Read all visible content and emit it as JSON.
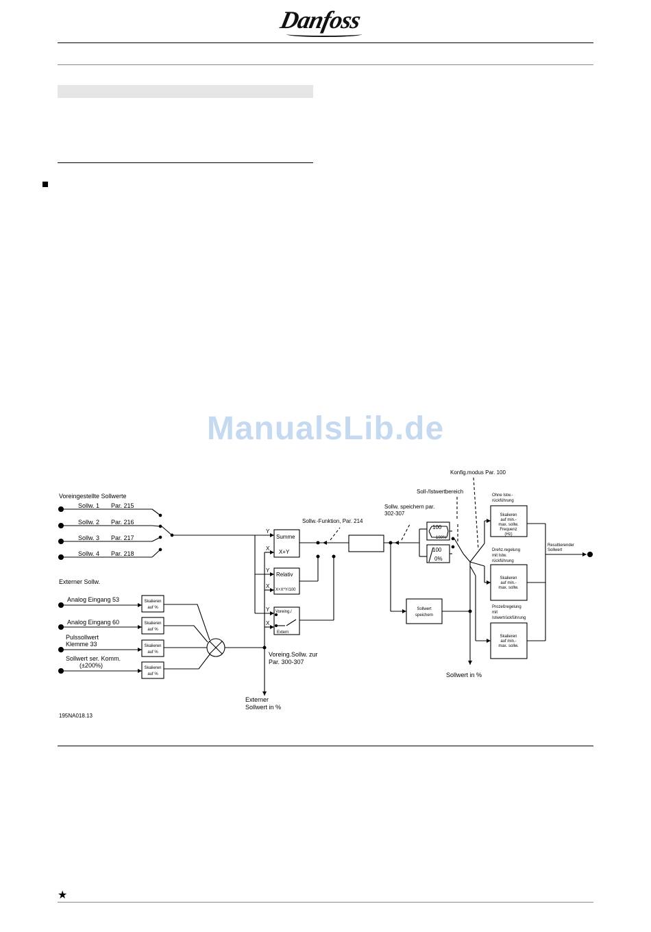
{
  "header": {
    "brand": "Danfoss"
  },
  "watermark": "ManualsLib.de",
  "footer": {
    "star": "★"
  },
  "diagram": {
    "group_preset": "Voreingestellte Sollwerte",
    "preset": [
      {
        "name": "Sollw.  1",
        "par": "Par.  215"
      },
      {
        "name": "Sollw.  2",
        "par": "Par.  216"
      },
      {
        "name": "Sollw.  3",
        "par": "Par.  217"
      },
      {
        "name": "Sollw.  4",
        "par": "Par.  218"
      }
    ],
    "group_external": "Externer  Sollw.",
    "ext_inputs": [
      {
        "line1": "Analog  Eingang  53",
        "line2": ""
      },
      {
        "line1": "Analog  Eingang  60",
        "line2": ""
      },
      {
        "line1": "Pulssollwert",
        "line2": "Klemme  33"
      },
      {
        "line1": "Sollwert  ser.  Komm.",
        "line2": "(±200%)"
      }
    ],
    "scale_l1": "Skalieren",
    "scale_l2": "auf  %",
    "sum_label": "Summe",
    "sum_formula": "X+Y",
    "rel_label": "Relativ",
    "rel_formula": "X+X*Y/100",
    "voreing_l1": "Voreing./",
    "voreing_l2": "Extern",
    "x_label": "X",
    "y_label": "Y",
    "func_label": "Sollw.-Funktion,  Par.  214",
    "save_par_l1": "Sollw.  speichern  par.",
    "save_par_l2": "302-307",
    "range_label": "Soll-/Istwertbereich",
    "config_label": "Konfig.modus  Par.  100",
    "r1_top": "100",
    "r1_bot": "-100%",
    "r2_top": "100",
    "r2_bot": "0%",
    "save_box_l1": "Sollwert",
    "save_box_l2": "speichern",
    "voreing_out_l1": "Voreing.Sollw.  zur",
    "voreing_out_l2": "Par.  300-307",
    "ext_out_l1": "Externer",
    "ext_out_l2": "Sollwert    in  %",
    "sollwert_pct": "Sollwert  in  %",
    "mode1_title_l1": "Ohne  Istw.-",
    "mode1_title_l2": "rückführung",
    "mode1_box": [
      "Skalieren",
      "auf  min.-",
      "max.  sollw.",
      "Frequenz",
      "(Hz)"
    ],
    "mode2_title_l1": "Drehz.regelung",
    "mode2_title_l2": "mit  Istw.",
    "mode2_title_l3": "rückführung",
    "mode2_box": [
      "Skalieren",
      "auf  min.-",
      "max.  sollw."
    ],
    "mode3_title_l1": "Prozeßregelung",
    "mode3_title_l2": "mit",
    "mode3_title_l3": "Istwertrückführung",
    "mode3_box": [
      "Skalieren",
      "auf  min.-",
      "max.  sollw."
    ],
    "result_l1": "Resultierender",
    "result_l2": "Sollwert",
    "drawing_id": "195NA018.13"
  }
}
